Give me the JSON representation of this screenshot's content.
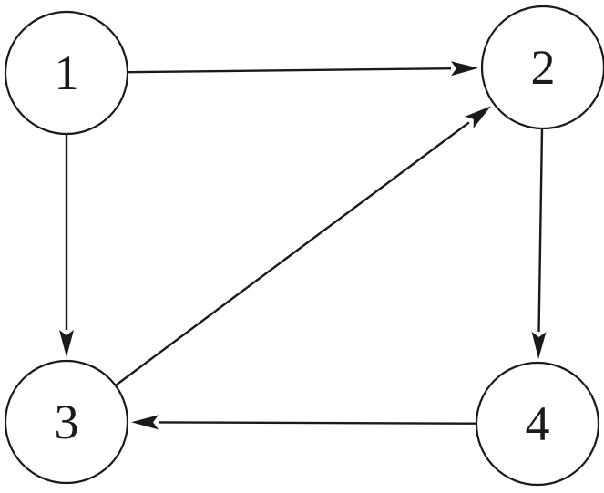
{
  "diagram": {
    "nodes": [
      {
        "id": "1",
        "label": "1"
      },
      {
        "id": "2",
        "label": "2"
      },
      {
        "id": "3",
        "label": "3"
      },
      {
        "id": "4",
        "label": "4"
      }
    ],
    "edges": [
      {
        "from": "1",
        "to": "2"
      },
      {
        "from": "1",
        "to": "3"
      },
      {
        "from": "2",
        "to": "4"
      },
      {
        "from": "3",
        "to": "2"
      },
      {
        "from": "4",
        "to": "3"
      }
    ],
    "colors": {
      "stroke": "#1a1a1a",
      "background": "#ffffff"
    }
  }
}
